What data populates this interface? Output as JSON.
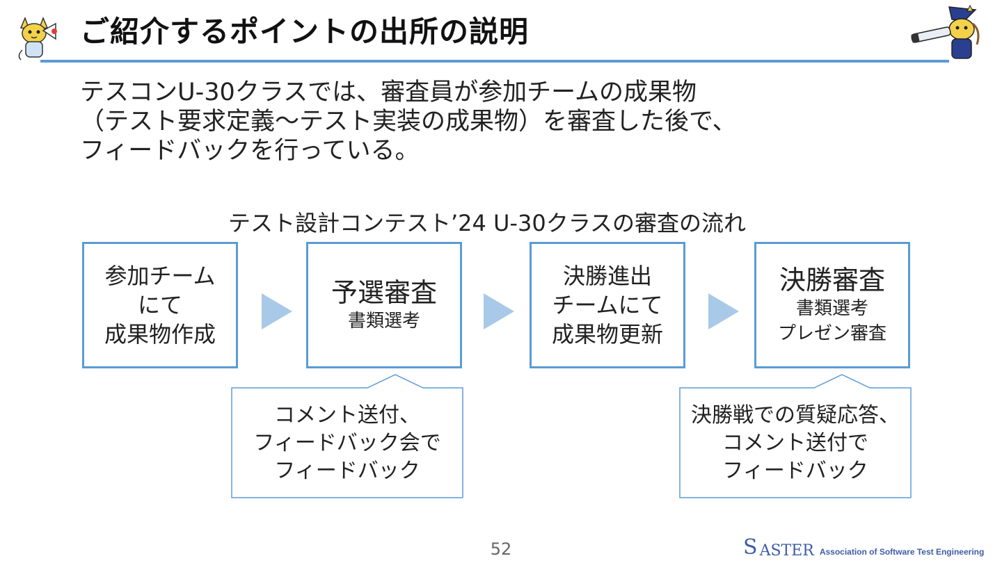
{
  "header": {
    "title": "ご紹介するポイントの出所の説明"
  },
  "intro": {
    "lines": [
      "テスコンU-30クラスでは、審査員が参加チームの成果物",
      "（テスト要求定義～テスト実装の成果物）を審査した後で、",
      "フィードバックを行っている。"
    ]
  },
  "flow": {
    "title": "テスト設計コンテスト’24 U-30クラスの審査の流れ",
    "steps": [
      {
        "lines": [
          "参加チーム",
          "にて",
          "成果物作成"
        ]
      },
      {
        "main": "予選審査",
        "sub": "書類選考"
      },
      {
        "lines": [
          "決勝進出",
          "チームにて",
          "成果物更新"
        ]
      },
      {
        "main": "決勝審査",
        "sub1": "書類選考",
        "sub2": "プレゼン審査"
      }
    ],
    "callouts": [
      {
        "lines": [
          "コメント送付、",
          "フィードバック会で",
          "フィードバック"
        ]
      },
      {
        "lines": [
          "決勝戦での質疑応答、",
          "コメント送付で",
          "フィードバック"
        ]
      }
    ]
  },
  "footer": {
    "page_number": "52",
    "logo_mark": "S",
    "logo_name": "ASTER",
    "logo_org": "Association of Software Test Engineering"
  },
  "colors": {
    "accent": "#5b9bd5",
    "arrow": "#a9c9e8",
    "logo": "#3d5ca8"
  },
  "icons": {
    "left_mascot": "mascot-megaphone-icon",
    "right_mascot": "mascot-telescope-icon"
  }
}
